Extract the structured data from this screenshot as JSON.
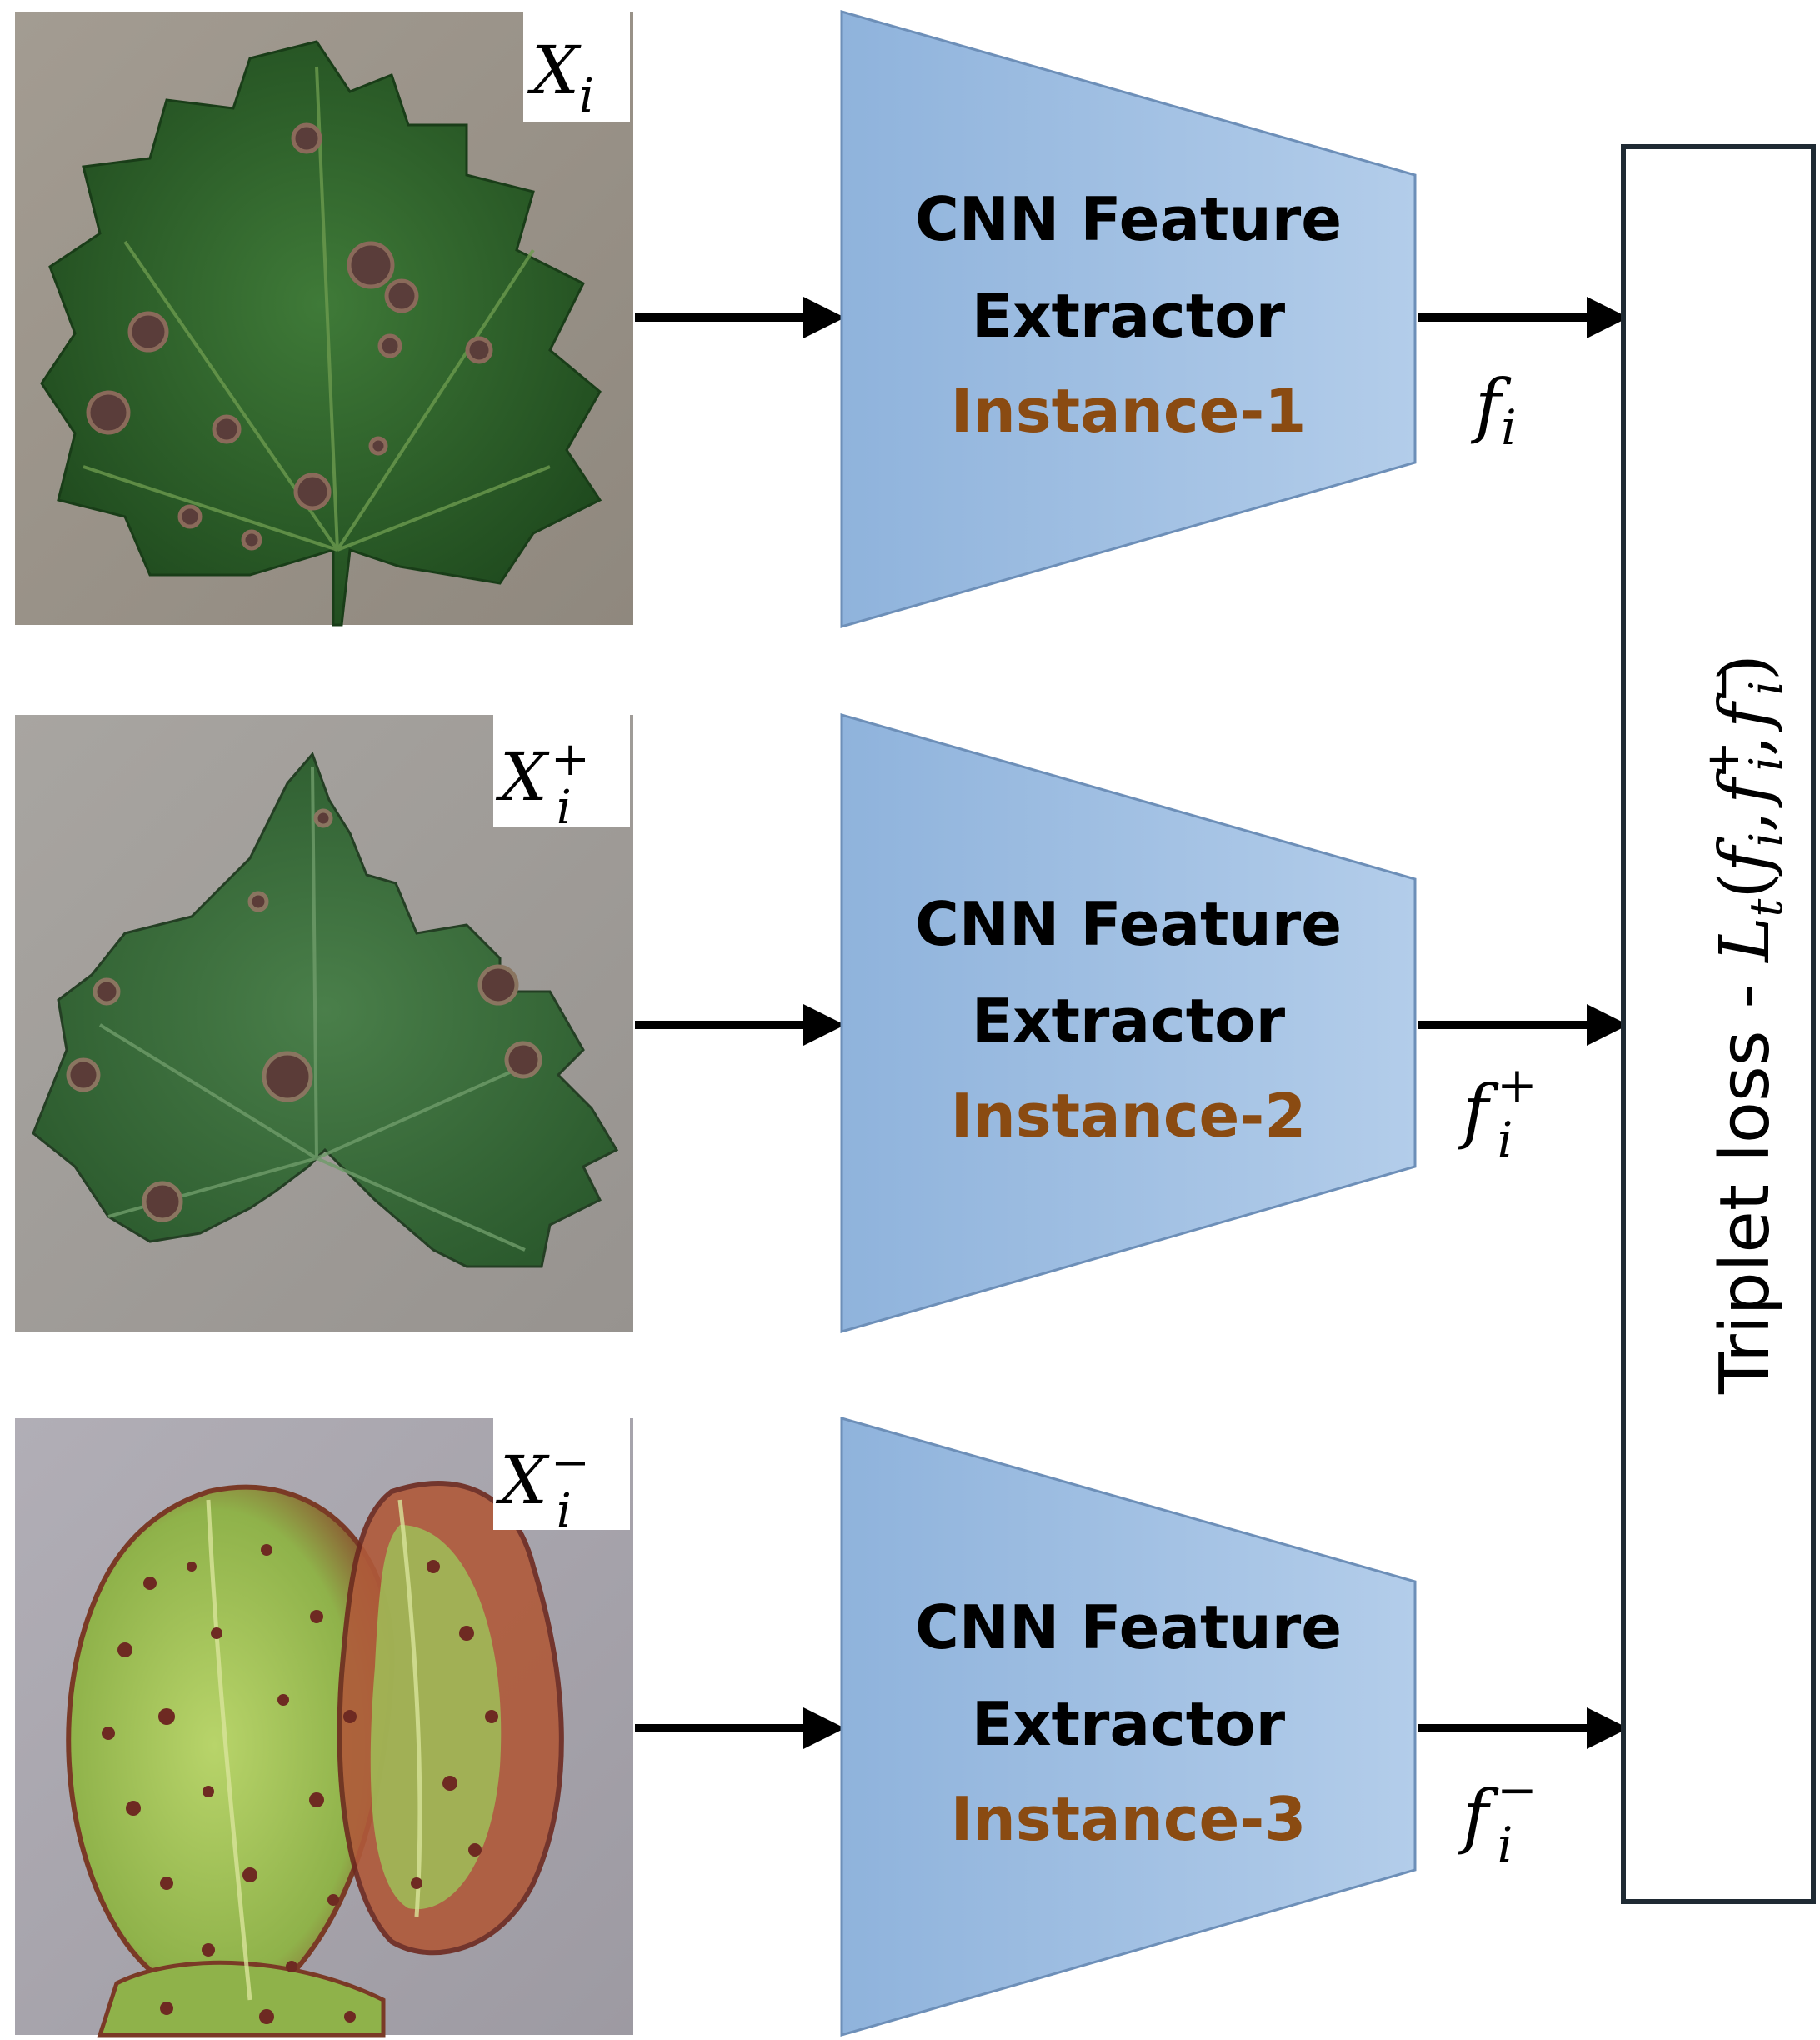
{
  "rows": [
    {
      "input_symbol": "X",
      "input_sub": "i",
      "input_sup": "",
      "extractor_line1": "CNN Feature",
      "extractor_line2": "Extractor",
      "instance_label": "Instance-1",
      "feature_symbol": "f",
      "feature_sub": "i",
      "feature_sup": "",
      "leaf_kind": "grape-healthy-spots"
    },
    {
      "input_symbol": "X",
      "input_sub": "i",
      "input_sup": "+",
      "extractor_line1": "CNN Feature",
      "extractor_line2": "Extractor",
      "instance_label": "Instance-2",
      "feature_symbol": "f",
      "feature_sub": "i",
      "feature_sup": "+",
      "leaf_kind": "grape-spots"
    },
    {
      "input_symbol": "X",
      "input_sub": "i",
      "input_sup": "−",
      "extractor_line1": "CNN Feature",
      "extractor_line2": "Extractor",
      "instance_label": "Instance-3",
      "feature_symbol": "f",
      "feature_sub": "i",
      "feature_sup": "−",
      "leaf_kind": "strawberry-leaf-scorch"
    }
  ],
  "loss_box": {
    "prefix": "Triplet loss - ",
    "loss_symbol": "L",
    "loss_sub": "t",
    "open_paren": "(",
    "arg1": "f",
    "arg1_sub": "i",
    "sep": ",",
    "arg2": "f",
    "arg2_sub": "i",
    "arg2_sup": "+",
    "arg3": "f",
    "arg3_sub": "i",
    "arg3_sup": "−",
    "close_paren": ")"
  },
  "colors": {
    "extractor_fill_left": "#8fb3dc",
    "extractor_fill_right": "#b3cdea",
    "extractor_stroke": "#6d8fb8",
    "instance_text": "#8a4b12",
    "arrow": "#000000",
    "photo_background_1": "#9c958c",
    "photo_background_2": "#a19e9a",
    "photo_background_3": "#a8a5ad"
  },
  "icons": [
    "arrow-right-icon"
  ]
}
